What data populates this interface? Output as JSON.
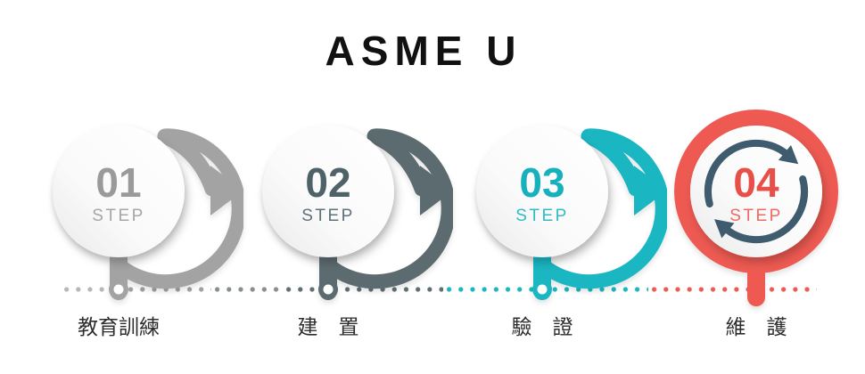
{
  "title": "ASME U",
  "steps": [
    {
      "number": "01",
      "step_word": "STEP",
      "label": "教育訓練",
      "color": "#a3a3a3",
      "number_color": "#9a9a9a",
      "has_arrow": true
    },
    {
      "number": "02",
      "step_word": "STEP",
      "label": "建　置",
      "color": "#5c6b70",
      "number_color": "#4e6268",
      "has_arrow": true
    },
    {
      "number": "03",
      "step_word": "STEP",
      "label": "驗　證",
      "color": "#1ab6c2",
      "number_color": "#17b1bd",
      "has_arrow": true
    },
    {
      "number": "04",
      "step_word": "STEP",
      "label": "維　護",
      "color": "#ee5a52",
      "number_color": "#e84f48",
      "has_arrow": false,
      "icon": "cycle-arrows-icon",
      "icon_color": "#3e5c6d"
    }
  ],
  "timeline": {
    "dot_segments": [
      {
        "from": 68,
        "to": 140,
        "color": "#b7b7b7"
      },
      {
        "from": 140,
        "to": 237,
        "color": "#a1a1a1"
      },
      {
        "from": 237,
        "to": 317,
        "color": "#878e90"
      },
      {
        "from": 317,
        "to": 497,
        "color": "#5f6f73"
      },
      {
        "from": 497,
        "to": 727,
        "color": "#1ab6c2"
      },
      {
        "from": 727,
        "to": 916,
        "color": "#ee5a52"
      }
    ]
  }
}
